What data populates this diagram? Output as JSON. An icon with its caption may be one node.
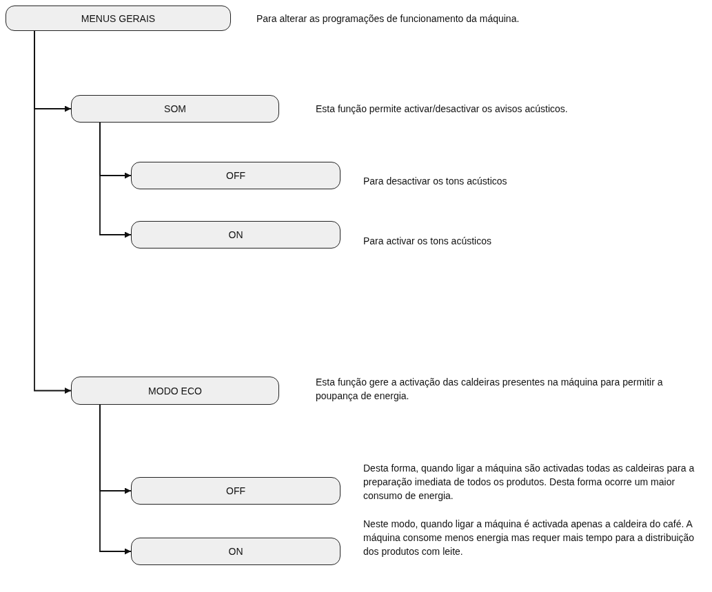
{
  "diagram": {
    "nodes": [
      {
        "text": [
          "MENUS GERAIS"
        ],
        "beside": [
          "Para alterar as programações de funcionamento da máquina."
        ]
      },
      {
        "text": [
          "SOM"
        ],
        "beside": [
          "Esta função permite activar/desactivar os avisos acústicos."
        ]
      },
      {
        "text": [
          "OFF"
        ],
        "beside": [
          "Para desactivar os tons acústicos"
        ]
      },
      {
        "text": [
          "ON"
        ],
        "beside": [
          "Para activar os tons acústicos"
        ]
      },
      {
        "text": [
          "MODO ECO"
        ],
        "beside": [
          "Esta função gere a activação das caldeiras presentes na máquina para permitir a poupança de energia."
        ]
      },
      {
        "text": [
          "OFF"
        ],
        "beside": [
          "Desta forma, quando ligar a máquina são activadas todas as caldeiras para a preparação imediata de todos os produtos. Desta forma ocorre um maior consumo de energia."
        ]
      },
      {
        "text": [
          "ON"
        ],
        "beside": [
          "Neste modo, quando ligar a máquina é activada apenas a caldeira do café. A máquina consome menos energia mas requer mais tempo para a distribuição dos produtos com leite."
        ]
      }
    ],
    "edges": [
      {
        "from": 0,
        "to": 1,
        "arrow": "to"
      },
      {
        "from": 0,
        "to": 4,
        "arrow": "to"
      },
      {
        "from": 1,
        "to": 2,
        "arrow": "to"
      },
      {
        "from": 1,
        "to": 3,
        "arrow": "to"
      },
      {
        "from": 4,
        "to": 5,
        "arrow": "to"
      },
      {
        "from": 4,
        "to": 6,
        "arrow": "to"
      }
    ]
  }
}
